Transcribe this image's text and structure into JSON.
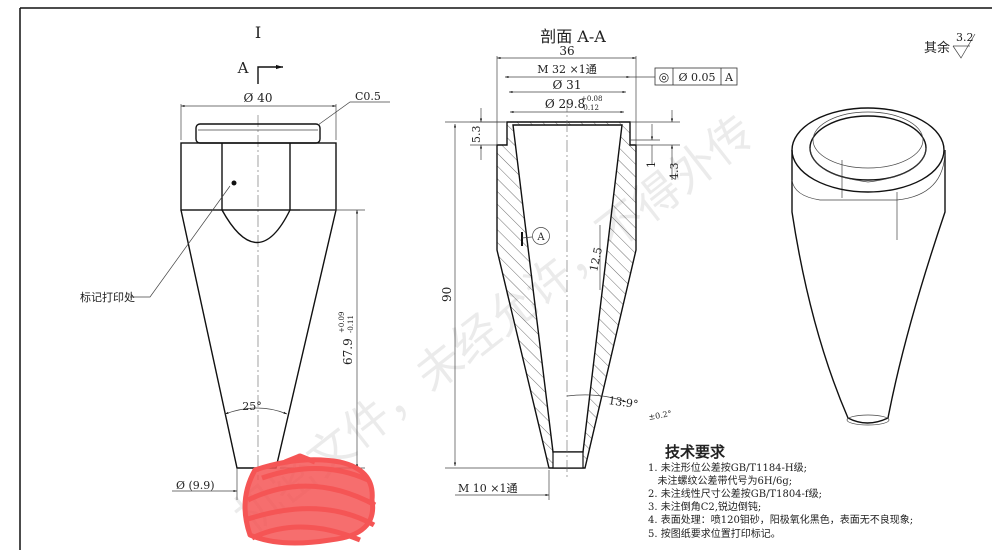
{
  "drawing": {
    "view_left_label": "I",
    "section_mark": "A",
    "section_title": "剖面 A-A",
    "surface_roughness": {
      "prefix": "其余",
      "value": "3.2"
    },
    "left_view": {
      "dia_top": "Ø 40",
      "chamfer": "C0.5",
      "marking_label": "标记打印处",
      "length": "67.9",
      "length_tol_upper": "+0.09",
      "length_tol_lower": "-0.11",
      "angle": "25°",
      "dia_bottom": "Ø (9.9)"
    },
    "section_view": {
      "width": "36",
      "thread_top": "M 32 ×1通",
      "dia_31": "Ø 31",
      "dia_29_8": "Ø 29.8",
      "dia_29_8_tol_upper": "+0.08",
      "dia_29_8_tol_lower": "-0.12",
      "lip_height": "5.3",
      "step_1": "1",
      "step_4_3": "4.3",
      "height": "90",
      "wall": "12.5",
      "detail_ref": "A",
      "taper_angle": "13.9°",
      "taper_tol": "±0.2°",
      "thread_bottom": "M 10 ×1通"
    },
    "tolerance_frame": {
      "symbol": "◎",
      "value": "Ø 0.05",
      "datum": "A"
    },
    "tech_requirements": {
      "title": "技术要求",
      "items": [
        "1. 未注形位公差按GB/T1184-H级;",
        "   未注螺纹公差带代号为6H/6g;",
        "2. 未注线性尺寸公差按GB/T1804-f级;",
        "3. 未注倒角C2,锐边倒钝;",
        "4. 表面处理：喷120钼砂，阳极氧化黑色，表面无不良现象;",
        "5. 按图纸要求位置打印标记。"
      ]
    },
    "watermark": "机密文件，未经允许，不得外传",
    "redaction_color": "#f55555"
  }
}
